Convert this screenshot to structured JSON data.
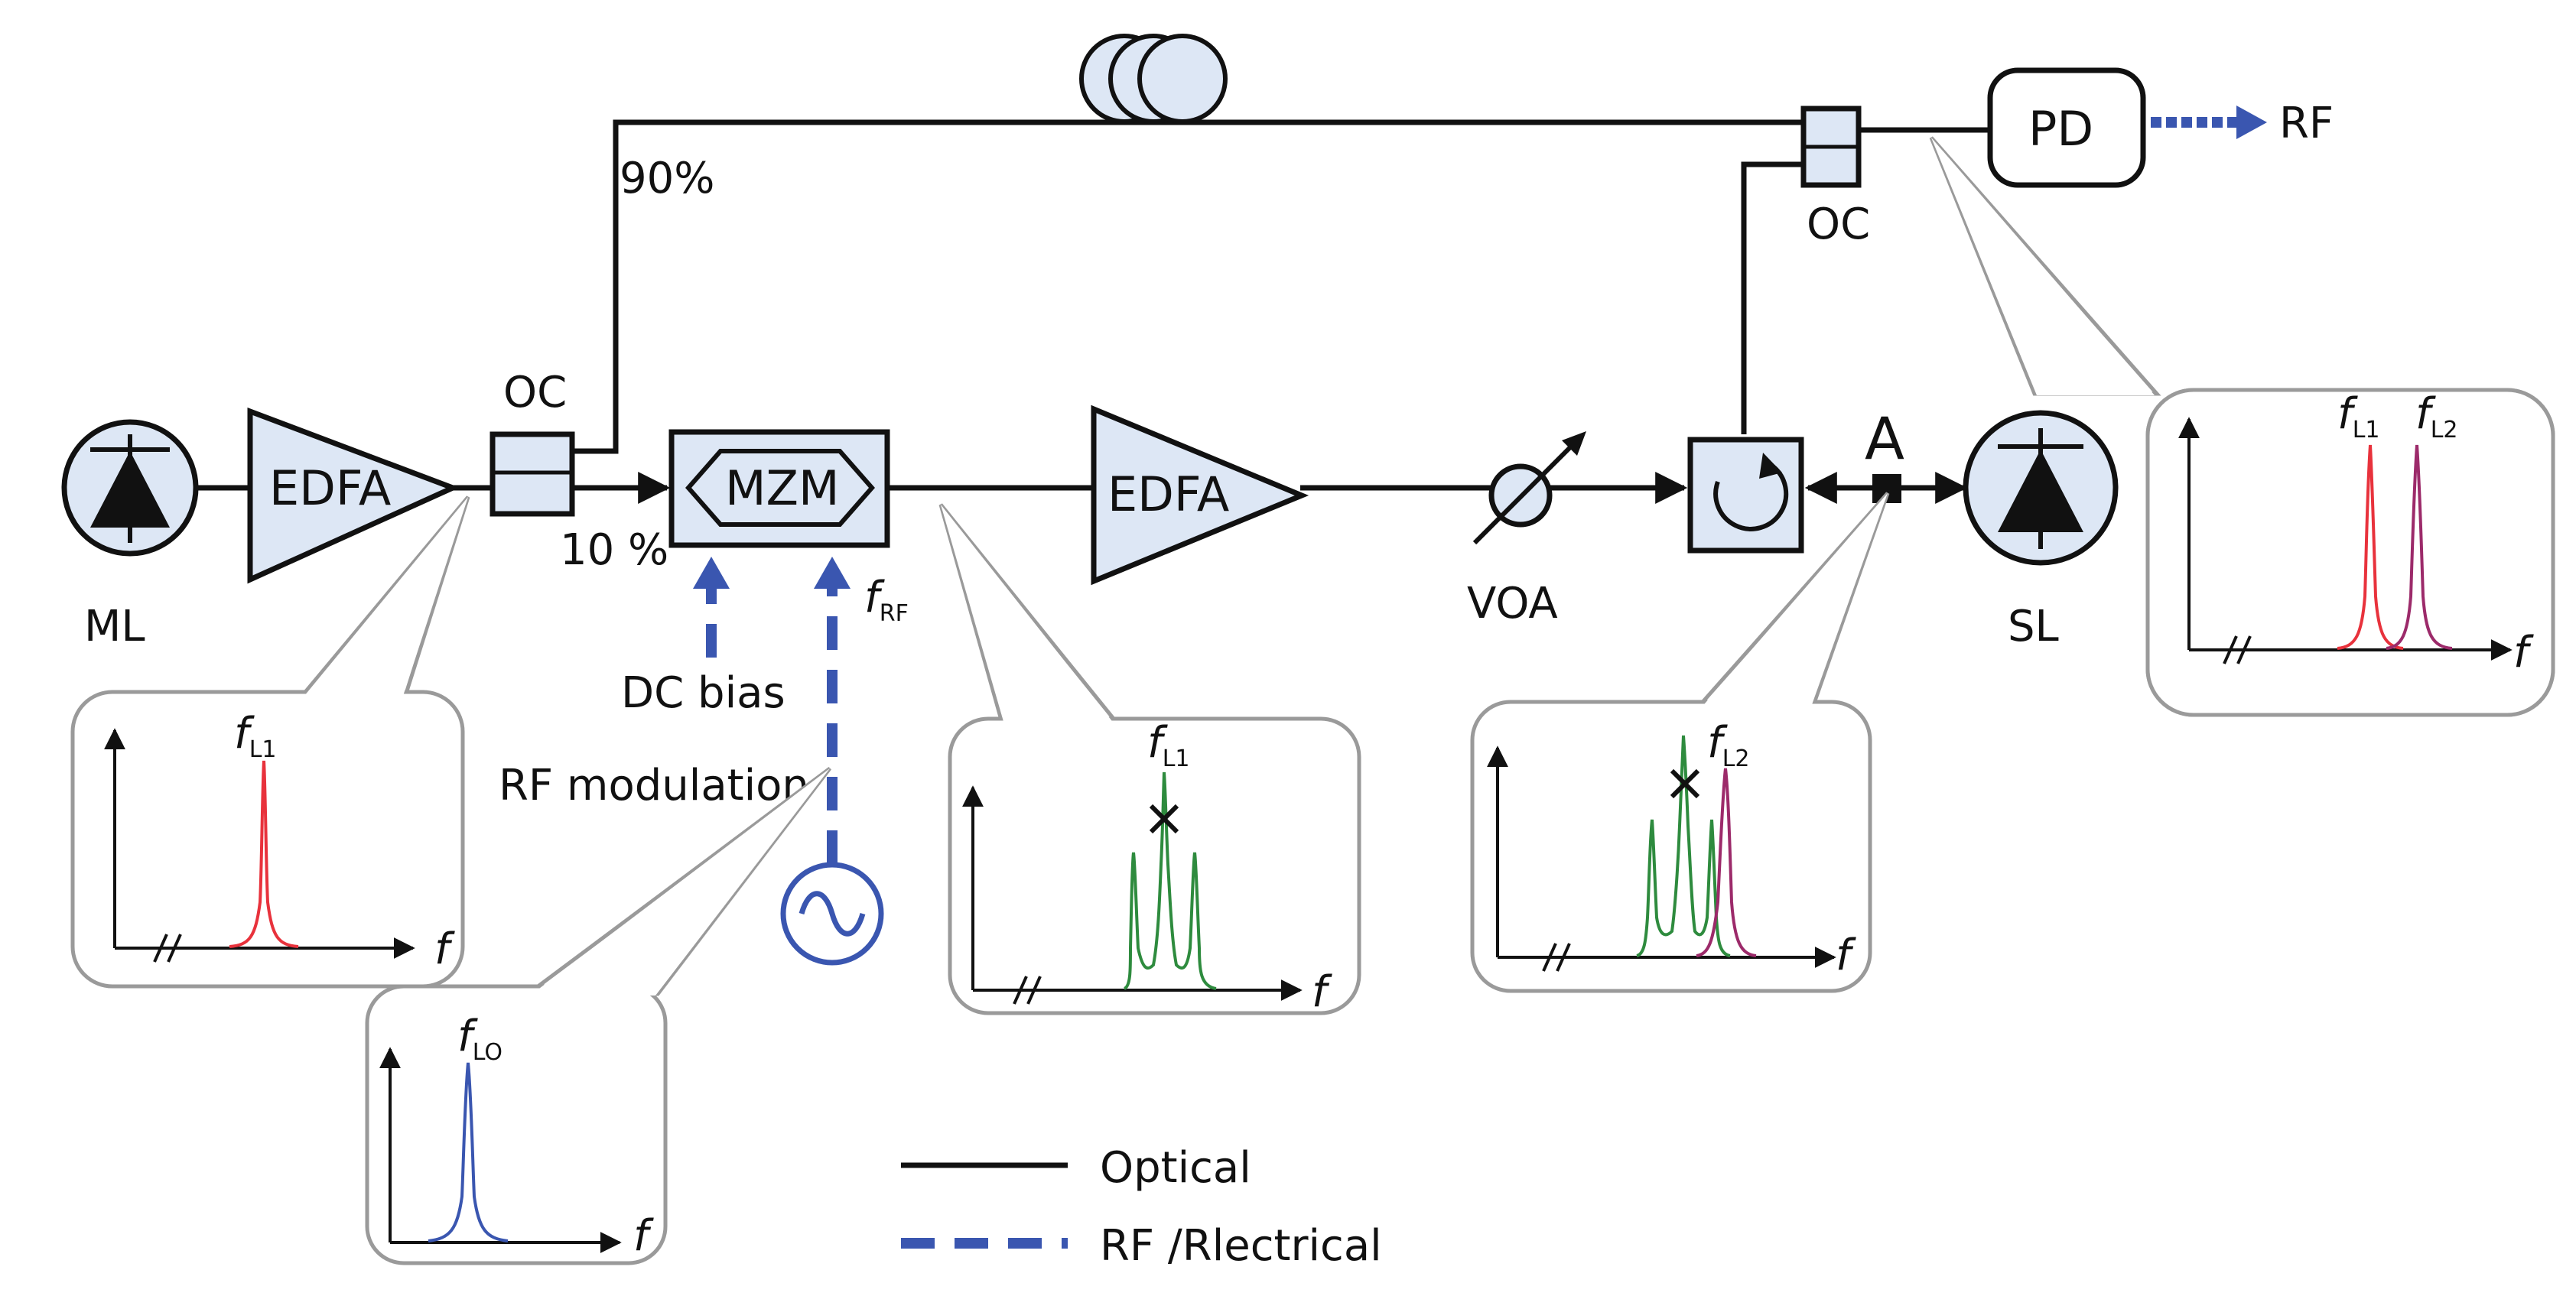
{
  "labels": {
    "ml": "ML",
    "sl": "SL",
    "edfa1": "EDFA",
    "edfa2": "EDFA",
    "mzm": "MZM",
    "oc1": "OC",
    "oc2": "OC",
    "pd": "PD",
    "rf_out": "RF",
    "voa": "VOA",
    "point_a": "A",
    "split_90": "90%",
    "split_10": "10 %",
    "dc_bias": "DC bias",
    "rf_modulation": "RF modulation",
    "f_rf_main": "f",
    "f_rf_sub": "RF"
  },
  "insets": {
    "ml_spectrum": {
      "f_main": "f",
      "f_sub": "L1",
      "axis": "f"
    },
    "lo_spectrum": {
      "f_main": "f",
      "f_sub": "LO",
      "axis": "f"
    },
    "mzm_spectrum": {
      "f_main": "f",
      "f_sub": "L1",
      "axis": "f"
    },
    "a_spectrum": {
      "f_main": "f",
      "f_sub": "L2",
      "axis": "f"
    },
    "pd_spectrum": {
      "f1_main": "f",
      "f1_sub": "L1",
      "f2_main": "f",
      "f2_sub": "L2",
      "axis": "f"
    }
  },
  "legend": {
    "optical": "Optical",
    "rf": "RF /Rlectrical"
  },
  "colors": {
    "optical": "#111111",
    "rf": "#3a56b0",
    "component_fill": "#dde7f5",
    "l1_trace": "#e8323c",
    "lo_trace": "#3a56b0",
    "mod_trace": "#2e8b3e",
    "l2_trace": "#9c2a6a"
  }
}
